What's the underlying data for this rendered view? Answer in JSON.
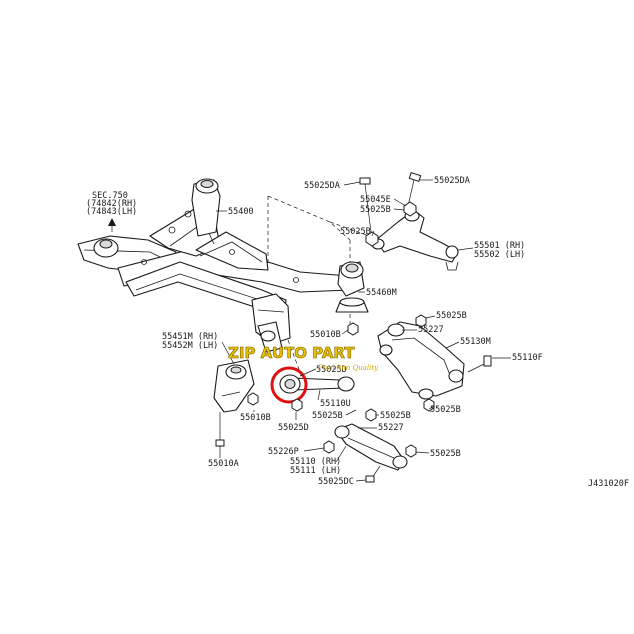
{
  "diagram_code": "J431020F",
  "sec_ref": {
    "line1": "SEC.750",
    "line2": "(74842(RH)",
    "line3": "(74843(LH)"
  },
  "labels": {
    "p55400": "55400",
    "p55025DA": "55025DA",
    "p55025DA_2": "55025DA",
    "p55045E": "55045E",
    "p55025B_a": "55025B",
    "p55025B_b": "55025B",
    "p55501": "55501 (RH)",
    "p55502": "55502 (LH)",
    "p55460M": "55460M",
    "p55025B_c": "55025B",
    "p55010B_a": "55010B",
    "p55227_a": "55227",
    "p55130M": "55130M",
    "p55110F": "55110F",
    "p55451M": "55451M (RH)",
    "p55452M": "55452M (LH)",
    "p55025D_a": "55025D",
    "p55110U": "55110U",
    "p55025B_d": "55025B",
    "p55025B_e": "55025B",
    "p55025B_f": "55025B",
    "p55227_b": "55227",
    "p55010B_b": "55010B",
    "p55025D_b": "55025D",
    "p55226P": "55226P",
    "p55110": "55110 (RH)",
    "p55111": "55111 (LH)",
    "p55025DC": "55025DC",
    "p55025B_g": "55025B",
    "p55010A": "55010A"
  },
  "watermark": {
    "brand": "ZIP AUTO PART",
    "tagline": "Premium Quality"
  },
  "colors": {
    "highlight": "#e01010",
    "ink": "#1a1a1a",
    "watermark": "#e8c200"
  }
}
